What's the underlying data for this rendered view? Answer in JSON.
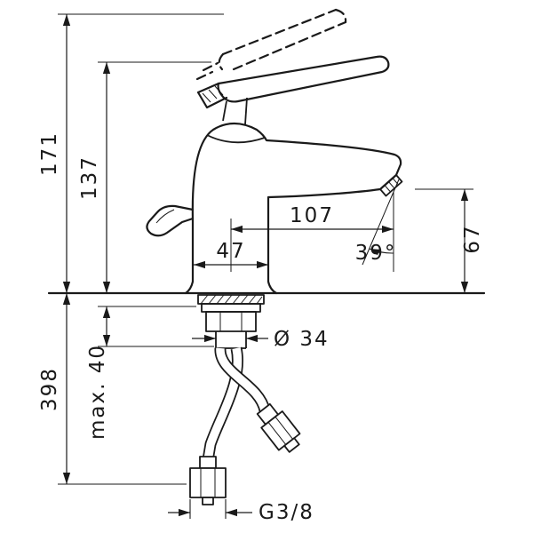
{
  "drawing": {
    "background": "#ffffff",
    "line_color": "#1a1a1a",
    "dims": {
      "overall_height": "171",
      "height_to_spout": "137",
      "below_counter_length": "398",
      "max_counter_thickness": "max. 40",
      "spout_reach": "107",
      "base_width": "47",
      "outlet_height": "67",
      "outlet_angle": "39°",
      "shank_diameter": "Ø 34",
      "thread_size": "G3/8"
    }
  }
}
